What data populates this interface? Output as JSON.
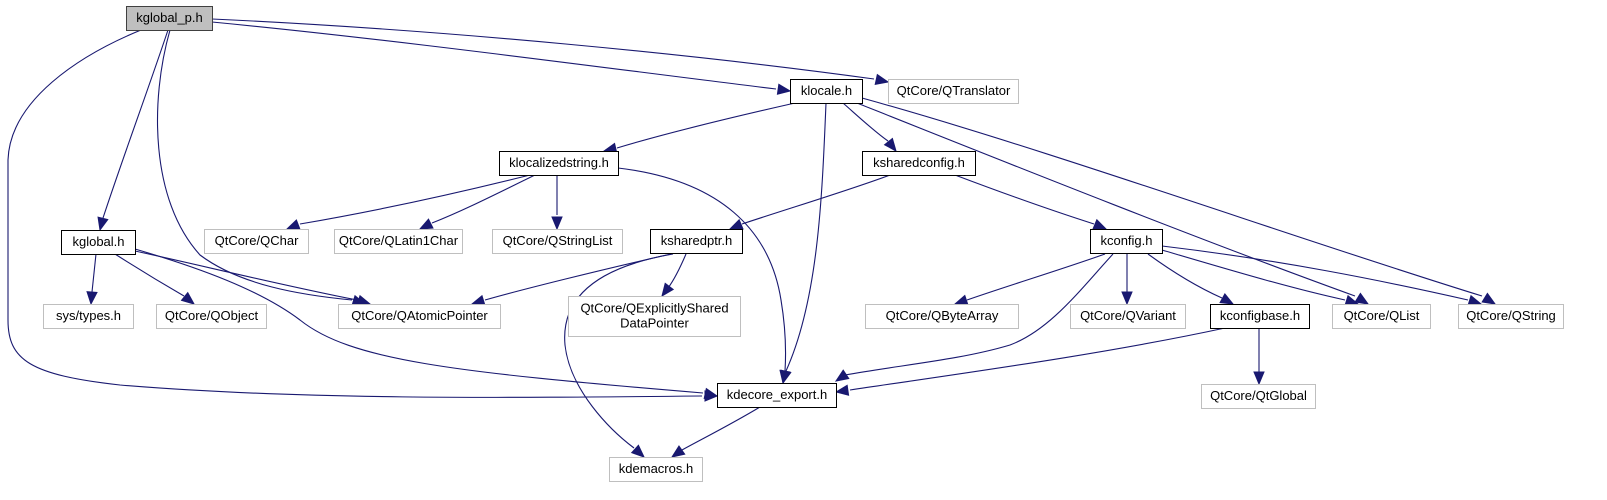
{
  "diagram": {
    "title": "kglobal_p.h include dependency graph",
    "colors": {
      "edge": "#191970",
      "root_fill": "#bfbfbf",
      "root_border": "#404040",
      "documented_border": "#000000",
      "external_border": "#bfbfbf",
      "node_fill": "#ffffff"
    },
    "nodes": [
      {
        "id": "kglobal_p",
        "lines": [
          "kglobal_p.h"
        ],
        "kind": "root"
      },
      {
        "id": "klocale",
        "lines": [
          "klocale.h"
        ],
        "kind": "documented"
      },
      {
        "id": "qtranslator",
        "lines": [
          "QtCore/QTranslator"
        ],
        "kind": "external"
      },
      {
        "id": "klocalizedstring",
        "lines": [
          "klocalizedstring.h"
        ],
        "kind": "documented"
      },
      {
        "id": "ksharedconfig",
        "lines": [
          "ksharedconfig.h"
        ],
        "kind": "documented"
      },
      {
        "id": "kglobal",
        "lines": [
          "kglobal.h"
        ],
        "kind": "documented"
      },
      {
        "id": "qchar",
        "lines": [
          "QtCore/QChar"
        ],
        "kind": "external"
      },
      {
        "id": "qlatin1char",
        "lines": [
          "QtCore/QLatin1Char"
        ],
        "kind": "external"
      },
      {
        "id": "qstringlist",
        "lines": [
          "QtCore/QStringList"
        ],
        "kind": "external"
      },
      {
        "id": "ksharedptr",
        "lines": [
          "ksharedptr.h"
        ],
        "kind": "documented"
      },
      {
        "id": "kconfig",
        "lines": [
          "kconfig.h"
        ],
        "kind": "documented"
      },
      {
        "id": "systypes",
        "lines": [
          "sys/types.h"
        ],
        "kind": "external"
      },
      {
        "id": "qobject",
        "lines": [
          "QtCore/QObject"
        ],
        "kind": "external"
      },
      {
        "id": "qatomicpointer",
        "lines": [
          "QtCore/QAtomicPointer"
        ],
        "kind": "external"
      },
      {
        "id": "qexplicitly",
        "lines": [
          "QtCore/QExplicitlyShared",
          "DataPointer"
        ],
        "kind": "external"
      },
      {
        "id": "qbytearray",
        "lines": [
          "QtCore/QByteArray"
        ],
        "kind": "external"
      },
      {
        "id": "qvariant",
        "lines": [
          "QtCore/QVariant"
        ],
        "kind": "external"
      },
      {
        "id": "kconfigbase",
        "lines": [
          "kconfigbase.h"
        ],
        "kind": "documented"
      },
      {
        "id": "qlist",
        "lines": [
          "QtCore/QList"
        ],
        "kind": "external"
      },
      {
        "id": "qstring",
        "lines": [
          "QtCore/QString"
        ],
        "kind": "external"
      },
      {
        "id": "kdecore_export",
        "lines": [
          "kdecore_export.h"
        ],
        "kind": "documented"
      },
      {
        "id": "qtglobal",
        "lines": [
          "QtCore/QtGlobal"
        ],
        "kind": "external"
      },
      {
        "id": "kdemacros",
        "lines": [
          "kdemacros.h"
        ],
        "kind": "external"
      }
    ],
    "edges": [
      {
        "from": "kglobal_p",
        "to": "klocale"
      },
      {
        "from": "kglobal_p",
        "to": "qtranslator"
      },
      {
        "from": "kglobal_p",
        "to": "kglobal"
      },
      {
        "from": "kglobal_p",
        "to": "qatomicpointer"
      },
      {
        "from": "kglobal_p",
        "to": "kdecore_export"
      },
      {
        "from": "klocale",
        "to": "klocalizedstring"
      },
      {
        "from": "klocale",
        "to": "ksharedconfig"
      },
      {
        "from": "klocale",
        "to": "kdecore_export"
      },
      {
        "from": "klocale",
        "to": "qlist"
      },
      {
        "from": "klocale",
        "to": "qstring"
      },
      {
        "from": "klocalizedstring",
        "to": "qchar"
      },
      {
        "from": "klocalizedstring",
        "to": "qlatin1char"
      },
      {
        "from": "klocalizedstring",
        "to": "qstringlist"
      },
      {
        "from": "klocalizedstring",
        "to": "kdecore_export"
      },
      {
        "from": "ksharedconfig",
        "to": "ksharedptr"
      },
      {
        "from": "ksharedconfig",
        "to": "kconfig"
      },
      {
        "from": "kglobal",
        "to": "systypes"
      },
      {
        "from": "kglobal",
        "to": "qobject"
      },
      {
        "from": "kglobal",
        "to": "qatomicpointer"
      },
      {
        "from": "kglobal",
        "to": "kdecore_export"
      },
      {
        "from": "ksharedptr",
        "to": "qatomicpointer"
      },
      {
        "from": "ksharedptr",
        "to": "qexplicitly"
      },
      {
        "from": "ksharedptr",
        "to": "kdemacros"
      },
      {
        "from": "kconfig",
        "to": "qbytearray"
      },
      {
        "from": "kconfig",
        "to": "qvariant"
      },
      {
        "from": "kconfig",
        "to": "kconfigbase"
      },
      {
        "from": "kconfig",
        "to": "qlist"
      },
      {
        "from": "kconfig",
        "to": "qstring"
      },
      {
        "from": "kconfig",
        "to": "kdecore_export"
      },
      {
        "from": "kconfigbase",
        "to": "kdecore_export"
      },
      {
        "from": "kconfigbase",
        "to": "qtglobal"
      },
      {
        "from": "kdecore_export",
        "to": "kdemacros"
      }
    ]
  }
}
